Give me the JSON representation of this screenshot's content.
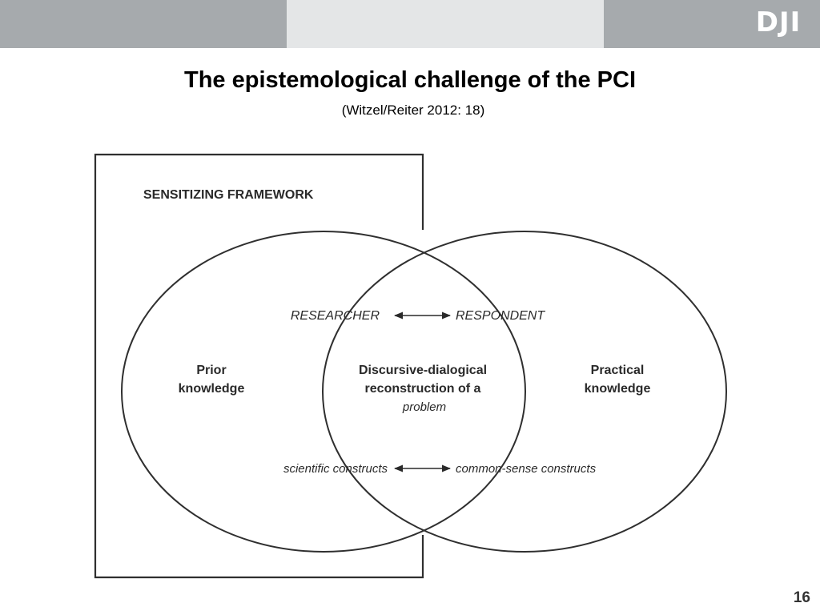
{
  "header": {
    "logo_text": "DJI"
  },
  "slide": {
    "title": "The epistemological challenge of the PCI",
    "subtitle": "(Witzel/Reiter 2012: 18)",
    "page_number": "16"
  },
  "diagram": {
    "framework_label": "SENSITIZING FRAMEWORK",
    "left_role": "RESEARCHER",
    "right_role": "RESPONDENT",
    "left_circle_label": [
      "Prior",
      "knowledge"
    ],
    "center_label": [
      "Discursive-dialogical",
      "reconstruction of a"
    ],
    "center_label_italic": "problem",
    "right_circle_label": [
      "Practical",
      "knowledge"
    ],
    "left_constructs": "scientific constructs",
    "right_constructs": "common-sense constructs"
  }
}
